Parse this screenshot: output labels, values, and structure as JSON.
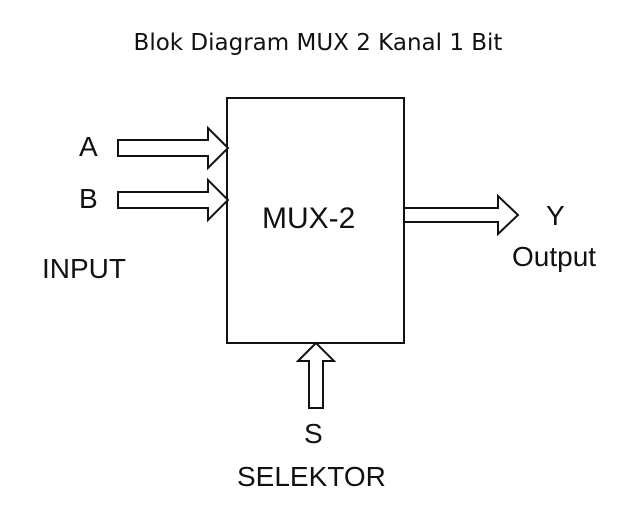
{
  "title": "Blok Diagram MUX 2 Kanal 1 Bit",
  "block": {
    "label": "MUX-2"
  },
  "inputs": [
    {
      "label": "A"
    },
    {
      "label": "B"
    }
  ],
  "input_group_label": "INPUT",
  "output": {
    "label": "Y",
    "caption": "Output"
  },
  "selector": {
    "label": "S",
    "caption": "SELEKTOR"
  },
  "colors": {
    "stroke": "#111111",
    "background": "#ffffff"
  }
}
